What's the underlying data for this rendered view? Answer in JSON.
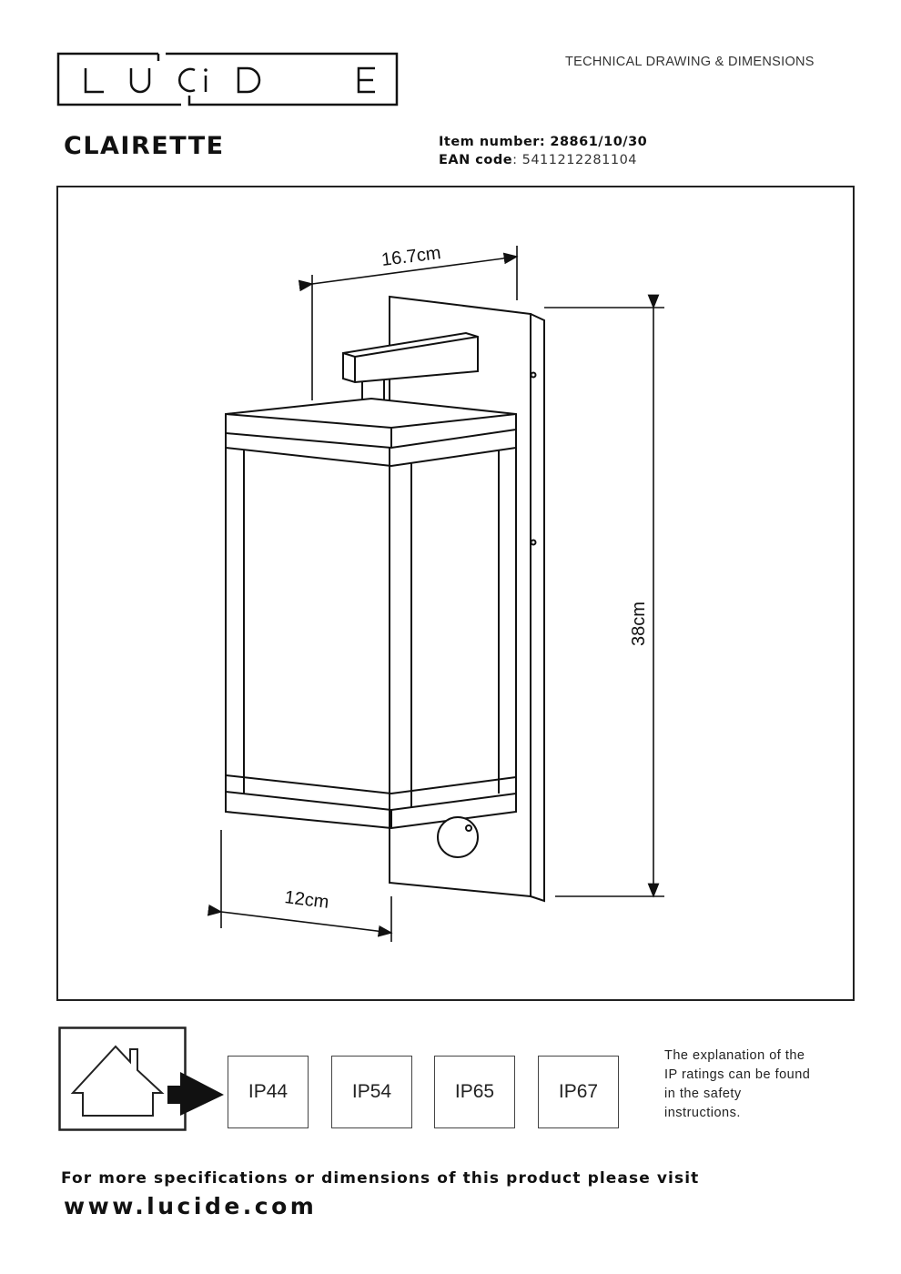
{
  "header": {
    "brand_logo_text": "LUCiDE",
    "document_type": "TECHNICAL DRAWING & DIMENSIONS",
    "product_name": "CLAIRETTE",
    "item_number_label": "Item number:",
    "item_number": "28861/10/30",
    "ean_label": "EAN code",
    "ean_code": ": 5411212281104"
  },
  "drawing": {
    "dimensions": {
      "depth": "16.7cm",
      "height": "38cm",
      "width": "12cm"
    }
  },
  "ip_ratings": {
    "icon": "house-arrow-icon",
    "items": [
      "IP44",
      "IP54",
      "IP65",
      "IP67"
    ],
    "note_lines": [
      "The explanation of the",
      "IP ratings can be found",
      "in the safety",
      "instructions."
    ]
  },
  "footer": {
    "text": "For more specifications or dimensions of this product please visit",
    "url": "www.lucide.com"
  }
}
